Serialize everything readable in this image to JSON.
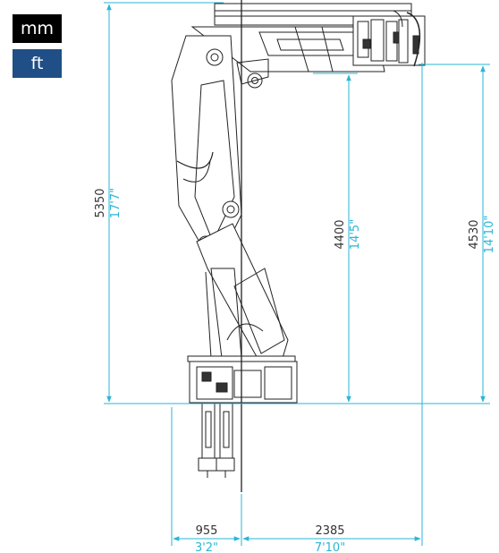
{
  "units": {
    "mm_label": "mm",
    "ft_label": "ft"
  },
  "dimensions": {
    "total_height": {
      "mm": "5350",
      "ft": "17'7\""
    },
    "boom_height": {
      "mm": "4400",
      "ft": "14'5\""
    },
    "tip_height": {
      "mm": "4530",
      "ft": "14'10\""
    },
    "rear_width": {
      "mm": "955",
      "ft": "3'2\""
    },
    "front_width": {
      "mm": "2385",
      "ft": "7'10\""
    }
  },
  "colors": {
    "dimension_line": "#29b6d6",
    "active_unit_bg": "#000000",
    "inactive_unit_bg": "#1f4f86"
  }
}
